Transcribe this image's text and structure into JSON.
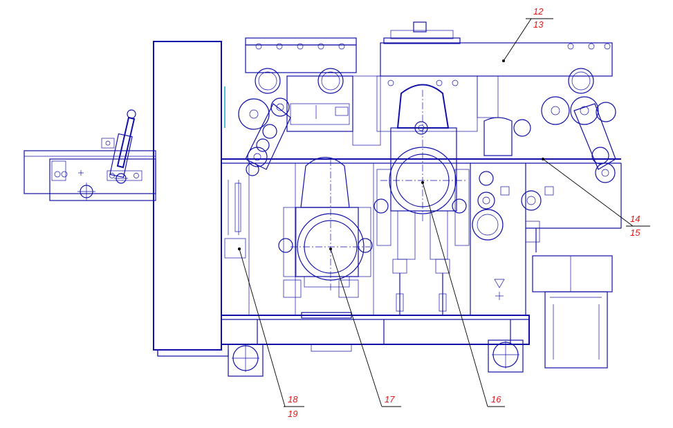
{
  "callouts": {
    "c12": "12",
    "c13": "13",
    "c14": "14",
    "c15": "15",
    "c16": "16",
    "c17": "17",
    "c18": "18",
    "c19": "19"
  },
  "colors": {
    "drawing_line": "#1010a8",
    "label_text": "#e01818",
    "leader_line": "#000000",
    "accent_line": "#19a6c8"
  }
}
